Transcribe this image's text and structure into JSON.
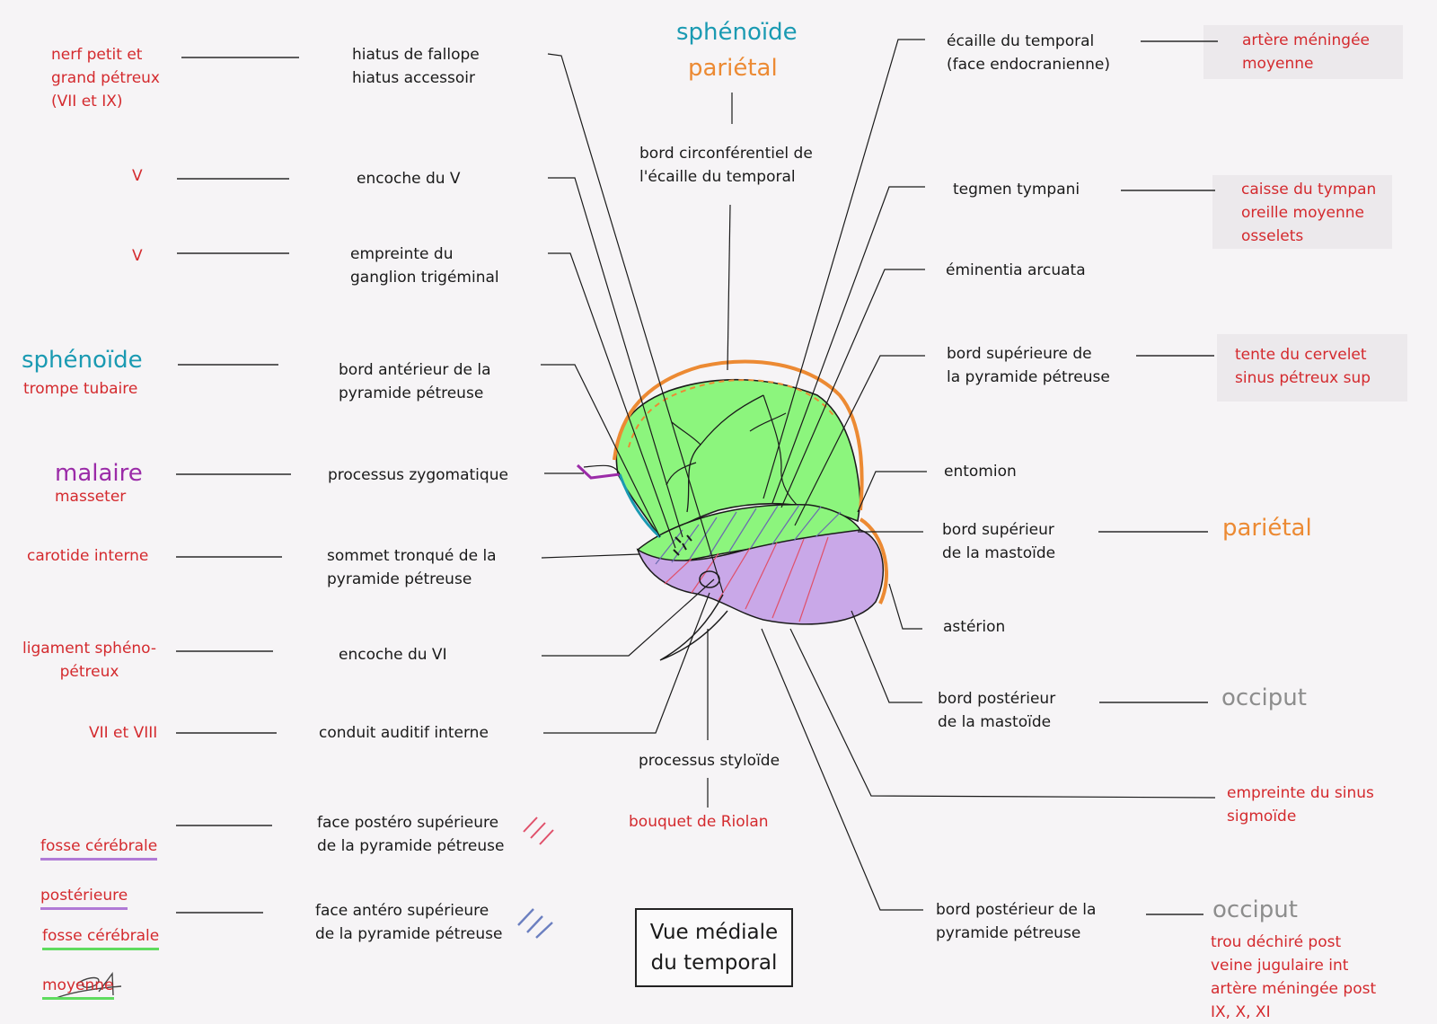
{
  "title": "Vue médiale\ndu temporal",
  "structures": {
    "hiatus": "hiatus de fallope\nhiatus accessoir",
    "encoche_v": "encoche du V",
    "empreinte_ganglion": "empreinte du\nganglion trigéminal",
    "bord_anterieur": "bord antérieur de la\npyramide pétreuse",
    "processus_zygomatique": "processus zygomatique",
    "sommet_tronque": "sommet tronqué de la\npyramide pétreuse",
    "encoche_vi": "encoche du VI",
    "conduit_auditif": "conduit auditif interne",
    "face_postero": "face postéro supérieure\nde la pyramide pétreuse",
    "face_antero": "face antéro supérieure\nde la pyramide pétreuse",
    "bord_circonferentiel": "bord circonférentiel de\nl'écaille du temporal",
    "processus_styloide": "processus styloïde",
    "ecaille": "écaille du temporal\n(face endocranienne)",
    "tegmen": "tegmen tympani",
    "eminentia": "éminentia arcuata",
    "bord_sup_pyramide": "bord supérieure de\nla pyramide pétreuse",
    "entomion": "entomion",
    "bord_sup_mastoide": "bord supérieur\nde la mastoïde",
    "asterion": "astérion",
    "bord_post_mastoide": "bord postérieur\nde la mastoïde",
    "bord_post_pyramide": "bord postérieur de la\npyramide pétreuse"
  },
  "relations_left": {
    "nerf_petreux": "nerf petit et\ngrand pétreux\n(VII et IX)",
    "v1": "V",
    "v2": "V",
    "sphenoide": "sphénoïde",
    "trompe": "trompe tubaire",
    "malaire": "malaire",
    "masseter": "masseter",
    "carotide": "carotide interne",
    "ligament": "ligament sphéno-\npétreux",
    "vii_viii": "VII et VIII",
    "fosse_post_1": "fosse cérébrale",
    "fosse_post_2": "postérieure",
    "fosse_moy_1": "fosse cérébrale",
    "fosse_moy_2": "moyenne"
  },
  "relations_center": {
    "sphenoide": "sphénoïde",
    "parietal": "pariétal",
    "bouquet": "bouquet de Riolan"
  },
  "relations_right": {
    "meningee_moy": "artère méningée\nmoyenne",
    "caisse": "caisse du tympan\noreille moyenne\nosselets",
    "tente": "tente du cervelet\nsinus pétreux sup",
    "parietal": "pariétal",
    "occiput1": "occiput",
    "sigmoide": "empreinte du sinus\nsigmoïde",
    "occiput2": "occiput",
    "trou_dechire": "trou déchiré post\nveine jugulaire int\nartère méningée post\nIX, X, XI"
  },
  "colors": {
    "label": "#1a1a1a",
    "relation": "#d42a2e",
    "sphenoide": "#1a9ab2",
    "parietal": "#ec8a33",
    "malaire": "#9b2ba8",
    "occiput": "#8d8d8d",
    "ecaille_fill": "#8cf57d",
    "mastoide_fill": "#c9a8e8"
  }
}
